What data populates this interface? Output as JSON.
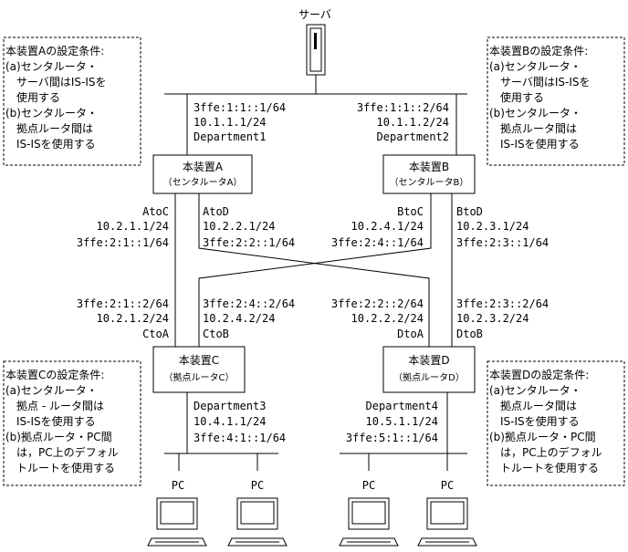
{
  "server": {
    "label": "サーバ"
  },
  "devices": {
    "A": {
      "name": "本装置A",
      "role": "（センタルータA）"
    },
    "B": {
      "name": "本装置B",
      "role": "（センタルータB）"
    },
    "C": {
      "name": "本装置C",
      "role": "（拠点ルータC）"
    },
    "D": {
      "name": "本装置D",
      "role": "（拠点ルータD）"
    }
  },
  "top_links": {
    "A": [
      "3ffe:1:1::1/64",
      "10.1.1.1/24",
      "Department1"
    ],
    "B": [
      "3ffe:1:1::2/64",
      "10.1.1.2/24",
      "Department2"
    ]
  },
  "cross_links": {
    "AtoC": [
      "AtoC",
      "10.2.1.1/24",
      "3ffe:2:1::1/64"
    ],
    "AtoD": [
      "AtoD",
      "10.2.2.1/24",
      "3ffe:2:2::1/64"
    ],
    "BtoC": [
      "BtoC",
      "10.2.4.1/24",
      "3ffe:2:4::1/64"
    ],
    "BtoD": [
      "BtoD",
      "10.2.3.1/24",
      "3ffe:2:3::1/64"
    ],
    "CtoA": [
      "3ffe:2:1::2/64",
      "10.2.1.2/24",
      "CtoA"
    ],
    "CtoB": [
      "3ffe:2:4::2/64",
      "10.2.4.2/24",
      "CtoB"
    ],
    "DtoA": [
      "3ffe:2:2::2/64",
      "10.2.2.2/24",
      "DtoA"
    ],
    "DtoB": [
      "3ffe:2:3::2/64",
      "10.2.3.2/24",
      "DtoB"
    ]
  },
  "bottom_links": {
    "C": [
      "Department3",
      "10.4.1.1/24",
      "3ffe:4:1::1/64"
    ],
    "D": [
      "Department4",
      "10.5.1.1/24",
      "3ffe:5:1::1/64"
    ]
  },
  "pc_label": "PC",
  "notes": {
    "A": [
      "本装置Aの設定条件:",
      "(a)センタルータ・",
      "　サーバ間はIS-ISを",
      "　使用する",
      "(b)センタルータ・",
      "　拠点ルータ間は",
      "　IS-ISを使用する"
    ],
    "B": [
      "本装置Bの設定条件:",
      "(a)センタルータ・",
      "　サーバ間はIS-ISを",
      "　使用する",
      "(b)センタルータ・",
      "　拠点ルータ間は",
      "　IS-ISを使用する"
    ],
    "C": [
      "本装置Cの設定条件:",
      "(a)センタルータ・",
      "　拠点 - ルータ間は",
      "　IS-ISを使用する",
      "(b)拠点ルータ・PC間",
      "　は，PC上のデフォル",
      "　トルートを使用する"
    ],
    "D": [
      "本装置Dの設定条件:",
      "(a)センタルータ・",
      "　拠点ルータ間は",
      "　IS-ISを使用する",
      "(b)拠点ルータ・PC間",
      "　は，PC上のデフォル",
      "　トルートを使用する"
    ]
  }
}
